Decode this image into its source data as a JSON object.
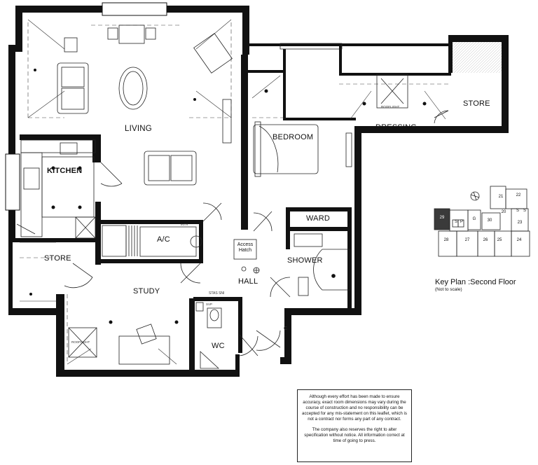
{
  "rooms": {
    "living": "LIVING",
    "kitchen": "KITCHEN",
    "bedroom": "BEDROOM",
    "dressing": "DRESSING",
    "store_right": "STORE",
    "store_left": "STORE",
    "ward": "WARD",
    "shower": "SHOWER",
    "ac": "A/C",
    "hall": "HALL",
    "study": "STUDY",
    "wc": "WC"
  },
  "fixtures": {
    "access_hatch": "Access Hatch",
    "rooflight_bedroom": "ROOFLIGHT",
    "rooflight_study": "ROOFLIGHT",
    "svp": "SVP",
    "stair_label": "STAS SNI",
    "intr_label": "INTR",
    "cyl_label": "C"
  },
  "key_plan": {
    "title": "Key Plan :Second Floor",
    "subtitle": "(Not to scale)",
    "units": [
      "20",
      "21",
      "22",
      "23",
      "24",
      "25",
      "26",
      "27",
      "28",
      "29",
      "30",
      "S",
      "P",
      "G",
      "S",
      "S"
    ]
  },
  "disclaimer": {
    "para1": "Although every effort has been made to ensure accuracy, exact room dimensions may vary during the course of construction and no responsibility can be accepted for any mis-statement on this leaflet, which is not a contract nor forms any part of any contract.",
    "para2": "The company also reserves the right to alter specification without notice. All information correct at time of going to press."
  },
  "colors": {
    "wall": "#111111",
    "line": "#222222",
    "highlight": "#3a3a3a"
  }
}
